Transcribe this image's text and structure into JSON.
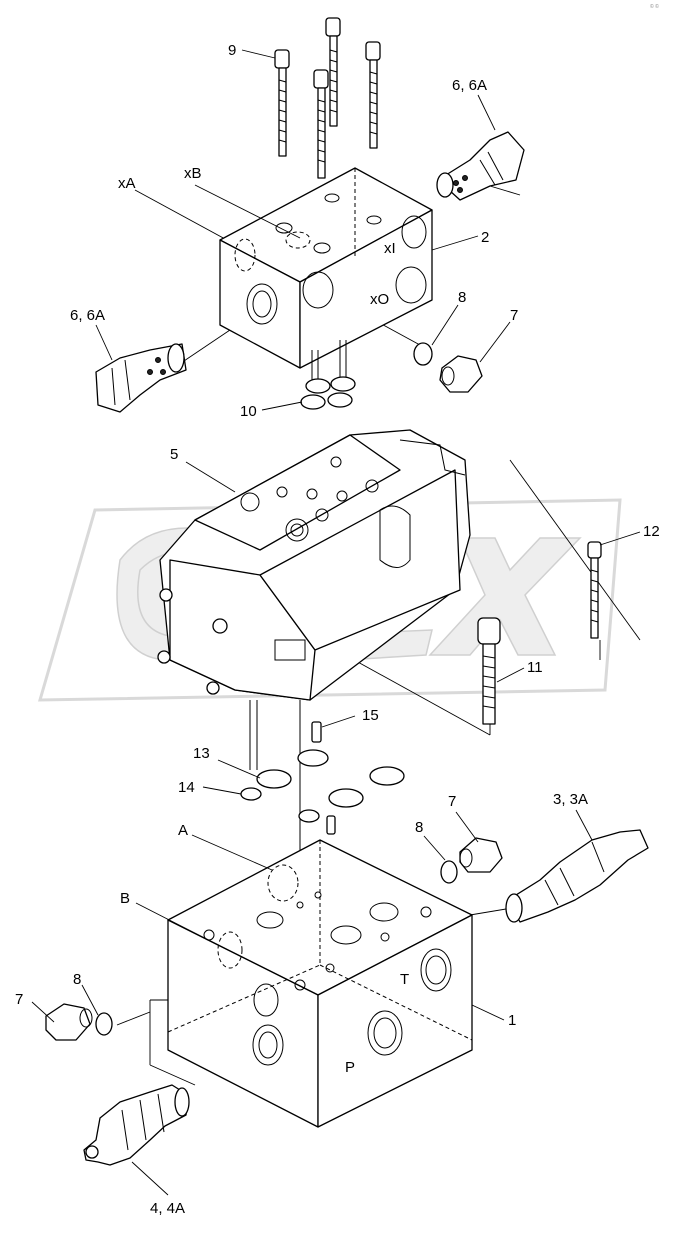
{
  "watermark": {
    "text": "OPEX"
  },
  "corner_mark": "© ©",
  "labels": {
    "l9": "9",
    "l6a_top": "6, 6A",
    "lxA": "xA",
    "lxB": "xB",
    "lxI": "xI",
    "l2": "2",
    "lxO": "xO",
    "l6a_left": "6, 6A",
    "l8_top": "8",
    "l7_top": "7",
    "l10": "10",
    "l5": "5",
    "l12": "12",
    "l11": "11",
    "l15": "15",
    "l13": "13",
    "l14": "14",
    "l7_mid": "7",
    "l3": "3, 3A",
    "l8_mid": "8",
    "lA": "A",
    "lB": "B",
    "lT": "T",
    "l1": "1",
    "l8_bot": "8",
    "l7_bot": "7",
    "lP": "P",
    "l4": "4, 4A"
  },
  "icons": {
    "watermark": "opex-logo-icon"
  }
}
